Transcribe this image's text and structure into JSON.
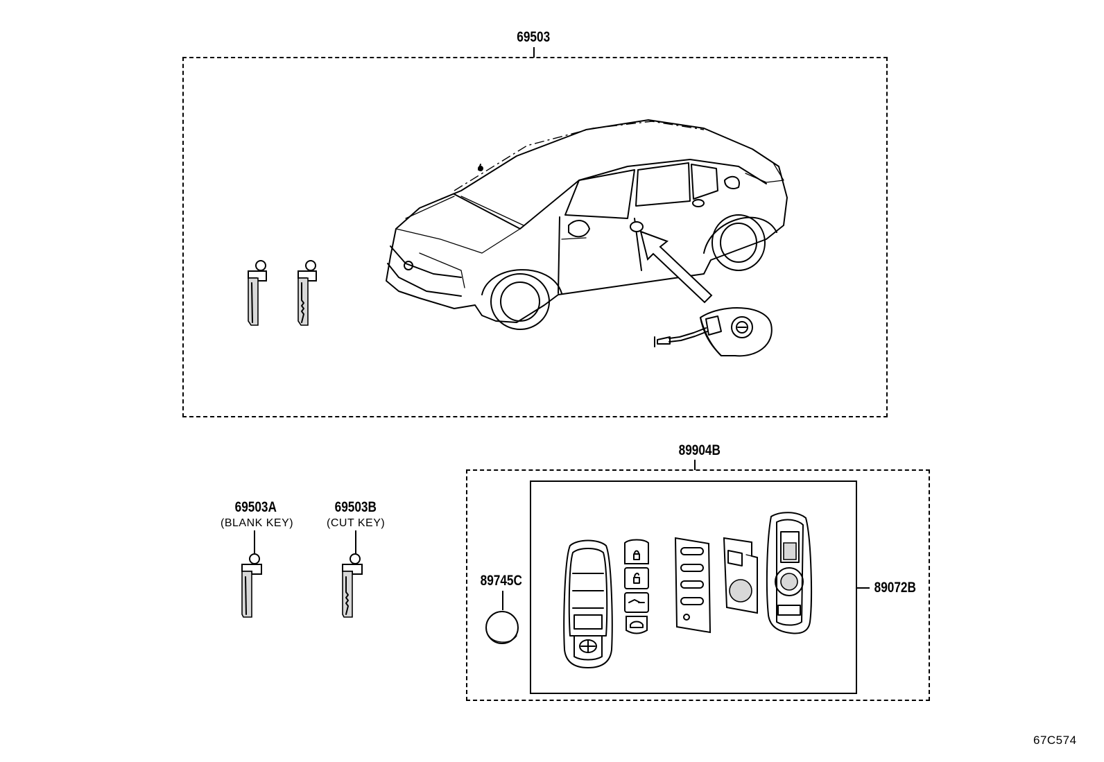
{
  "labels": {
    "assembly_main": "69503",
    "blank_key_part": "69503A",
    "blank_key_desc": "(BLANK KEY)",
    "cut_key_part": "69503B",
    "cut_key_desc": "(CUT KEY)",
    "transmitter_assembly": "89904B",
    "battery": "89745C",
    "transmitter_housing": "89072B",
    "figure_code": "67C574"
  }
}
